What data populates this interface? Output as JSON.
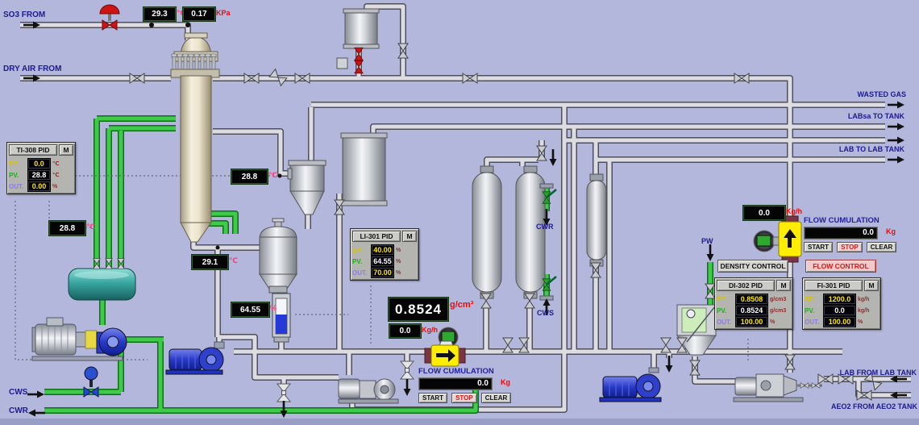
{
  "source_labels": {
    "so3_from": "SO3 FROM",
    "dry_air_from": "DRY AIR FROM",
    "cws_bottom": "CWS",
    "cwr_bottom": "CWR",
    "cwr_mid": "CWR",
    "cws_mid": "CWS",
    "pw": "PW",
    "wasted_gas": "WASTED GAS",
    "labsa_to_tank": "LABsa TO TANK",
    "lab_to_lab_tank": "LAB TO LAB TANK",
    "lab_from_lab_tank": "LAB FROM LAB TANK",
    "aeo2_from_aeo2_tank": "AEO2 FROM AEO2 TANK"
  },
  "displays": {
    "so3_temp": {
      "value": "29.3",
      "unit": "℃"
    },
    "so3_pressure": {
      "value": "0.17",
      "unit": "KPa"
    },
    "column_mid_temp": {
      "value": "28.8",
      "unit": "℃"
    },
    "column_left_temp": {
      "value": "28.8",
      "unit": "℃"
    },
    "column_bottom_temp": {
      "value": "29.1",
      "unit": "℃"
    },
    "separator_level": {
      "value": "64.55",
      "unit": "%"
    },
    "density_value": {
      "value": "0.8524",
      "unit": "g/cm³"
    },
    "flow_value": {
      "value": "0.0",
      "unit": "Kg/h"
    },
    "flow_value_right": {
      "value": "0.0",
      "unit": "Kg/h"
    }
  },
  "pid_panels": {
    "ti308": {
      "title": "TI-308 PID",
      "mode": "M",
      "rows": [
        {
          "label": "SP.",
          "value": "0.0",
          "unit": "℃"
        },
        {
          "label": "PV.",
          "value": "28.8",
          "unit": "℃"
        },
        {
          "label": "OUT.",
          "value": "0.00",
          "unit": "%"
        }
      ]
    },
    "li301": {
      "title": "LI-301 PID",
      "mode": "M",
      "rows": [
        {
          "label": "SP.",
          "value": "40.00",
          "unit": "%"
        },
        {
          "label": "PV.",
          "value": "64.55",
          "unit": "%"
        },
        {
          "label": "OUT.",
          "value": "70.00",
          "unit": "%"
        }
      ]
    },
    "di302": {
      "button": "DENSITY CONTROL",
      "title": "DI-302 PID",
      "mode": "M",
      "rows": [
        {
          "label": "SP.",
          "value": "0.8508",
          "unit": "g/cm3"
        },
        {
          "label": "PV.",
          "value": "0.8524",
          "un_": "",
          "unit": "g/cm3"
        },
        {
          "label": "OUT.",
          "value": "100.00",
          "unit": "%"
        }
      ]
    },
    "fi301": {
      "button": "FLOW CONTROL",
      "title": "FI-301 PID",
      "mode": "M",
      "rows": [
        {
          "label": "SP.",
          "value": "1200.0",
          "unit": "kg/h"
        },
        {
          "label": "PV.",
          "value": "0.0",
          "unit": "kg/h"
        },
        {
          "label": "OUT.",
          "value": "100.00",
          "unit": "%"
        }
      ]
    }
  },
  "flow_cumulation_bottom": {
    "title": "FLOW CUMULATION",
    "value": "0.0",
    "unit": "Kg",
    "buttons": [
      "START",
      "STOP",
      "CLEAR"
    ]
  },
  "flow_cumulation_right": {
    "title": "FLOW CUMULATION",
    "value": "0.0",
    "unit": "Kg",
    "buttons": [
      "START",
      "STOP",
      "CLEAR"
    ]
  },
  "colors": {
    "background": "#b4b7dc",
    "pipe_green": "#3ecb49",
    "label_blue": "#1b1b8e",
    "lcd_background": "#050505",
    "unit_red": "#e60e0e",
    "unit_pink": "#ff3a78",
    "alarm_red": "#d02020",
    "meter_yellow": "#ffee00",
    "valve_red": "#cf1212",
    "valve_blue": "#2646cc",
    "tank_teal": "#3aa6a0"
  }
}
